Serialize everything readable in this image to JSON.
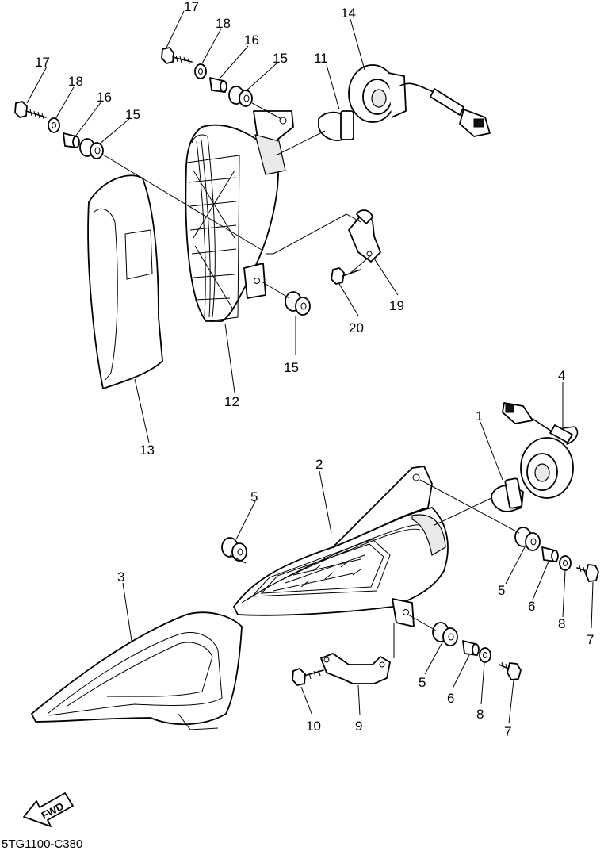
{
  "diagram": {
    "callouts": {
      "c1": "1",
      "c2": "2",
      "c3": "3",
      "c4": "4",
      "c5a": "5",
      "c5b": "5",
      "c5c": "5",
      "c6a": "6",
      "c6b": "6",
      "c7a": "7",
      "c7b": "7",
      "c8a": "8",
      "c8b": "8",
      "c9": "9",
      "c10": "10",
      "c11": "11",
      "c12": "12",
      "c13": "13",
      "c14": "14",
      "c15a": "15",
      "c15b": "15",
      "c15c": "15",
      "c16a": "16",
      "c16b": "16",
      "c17a": "17",
      "c17b": "17",
      "c18a": "18",
      "c18b": "18",
      "c19": "19",
      "c20": "20"
    },
    "fwd_label": "FWD",
    "drawing_code": "5TG1100-C380"
  }
}
